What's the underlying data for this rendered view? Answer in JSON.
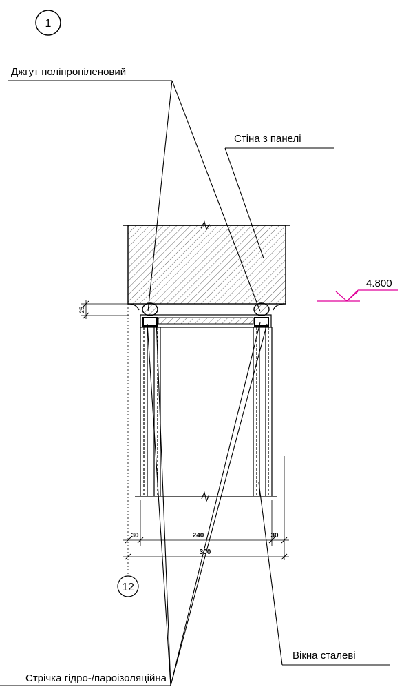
{
  "detail_marker": "1",
  "labels": {
    "polypropylene_cord": "Джгут поліпропіленовий",
    "panel_wall": "Стіна з панелі",
    "steel_windows": "Вікна сталеві",
    "waterproofing_strip": "Стрічка гідро-/пароізоляційна"
  },
  "level_mark": "4.800",
  "dimensions": {
    "gap": "25",
    "left": "30",
    "middle": "240",
    "right": "30",
    "total": "300"
  },
  "axis_marker": "12",
  "colors": {
    "line": "#000000",
    "level_mark": "#e0009a"
  }
}
